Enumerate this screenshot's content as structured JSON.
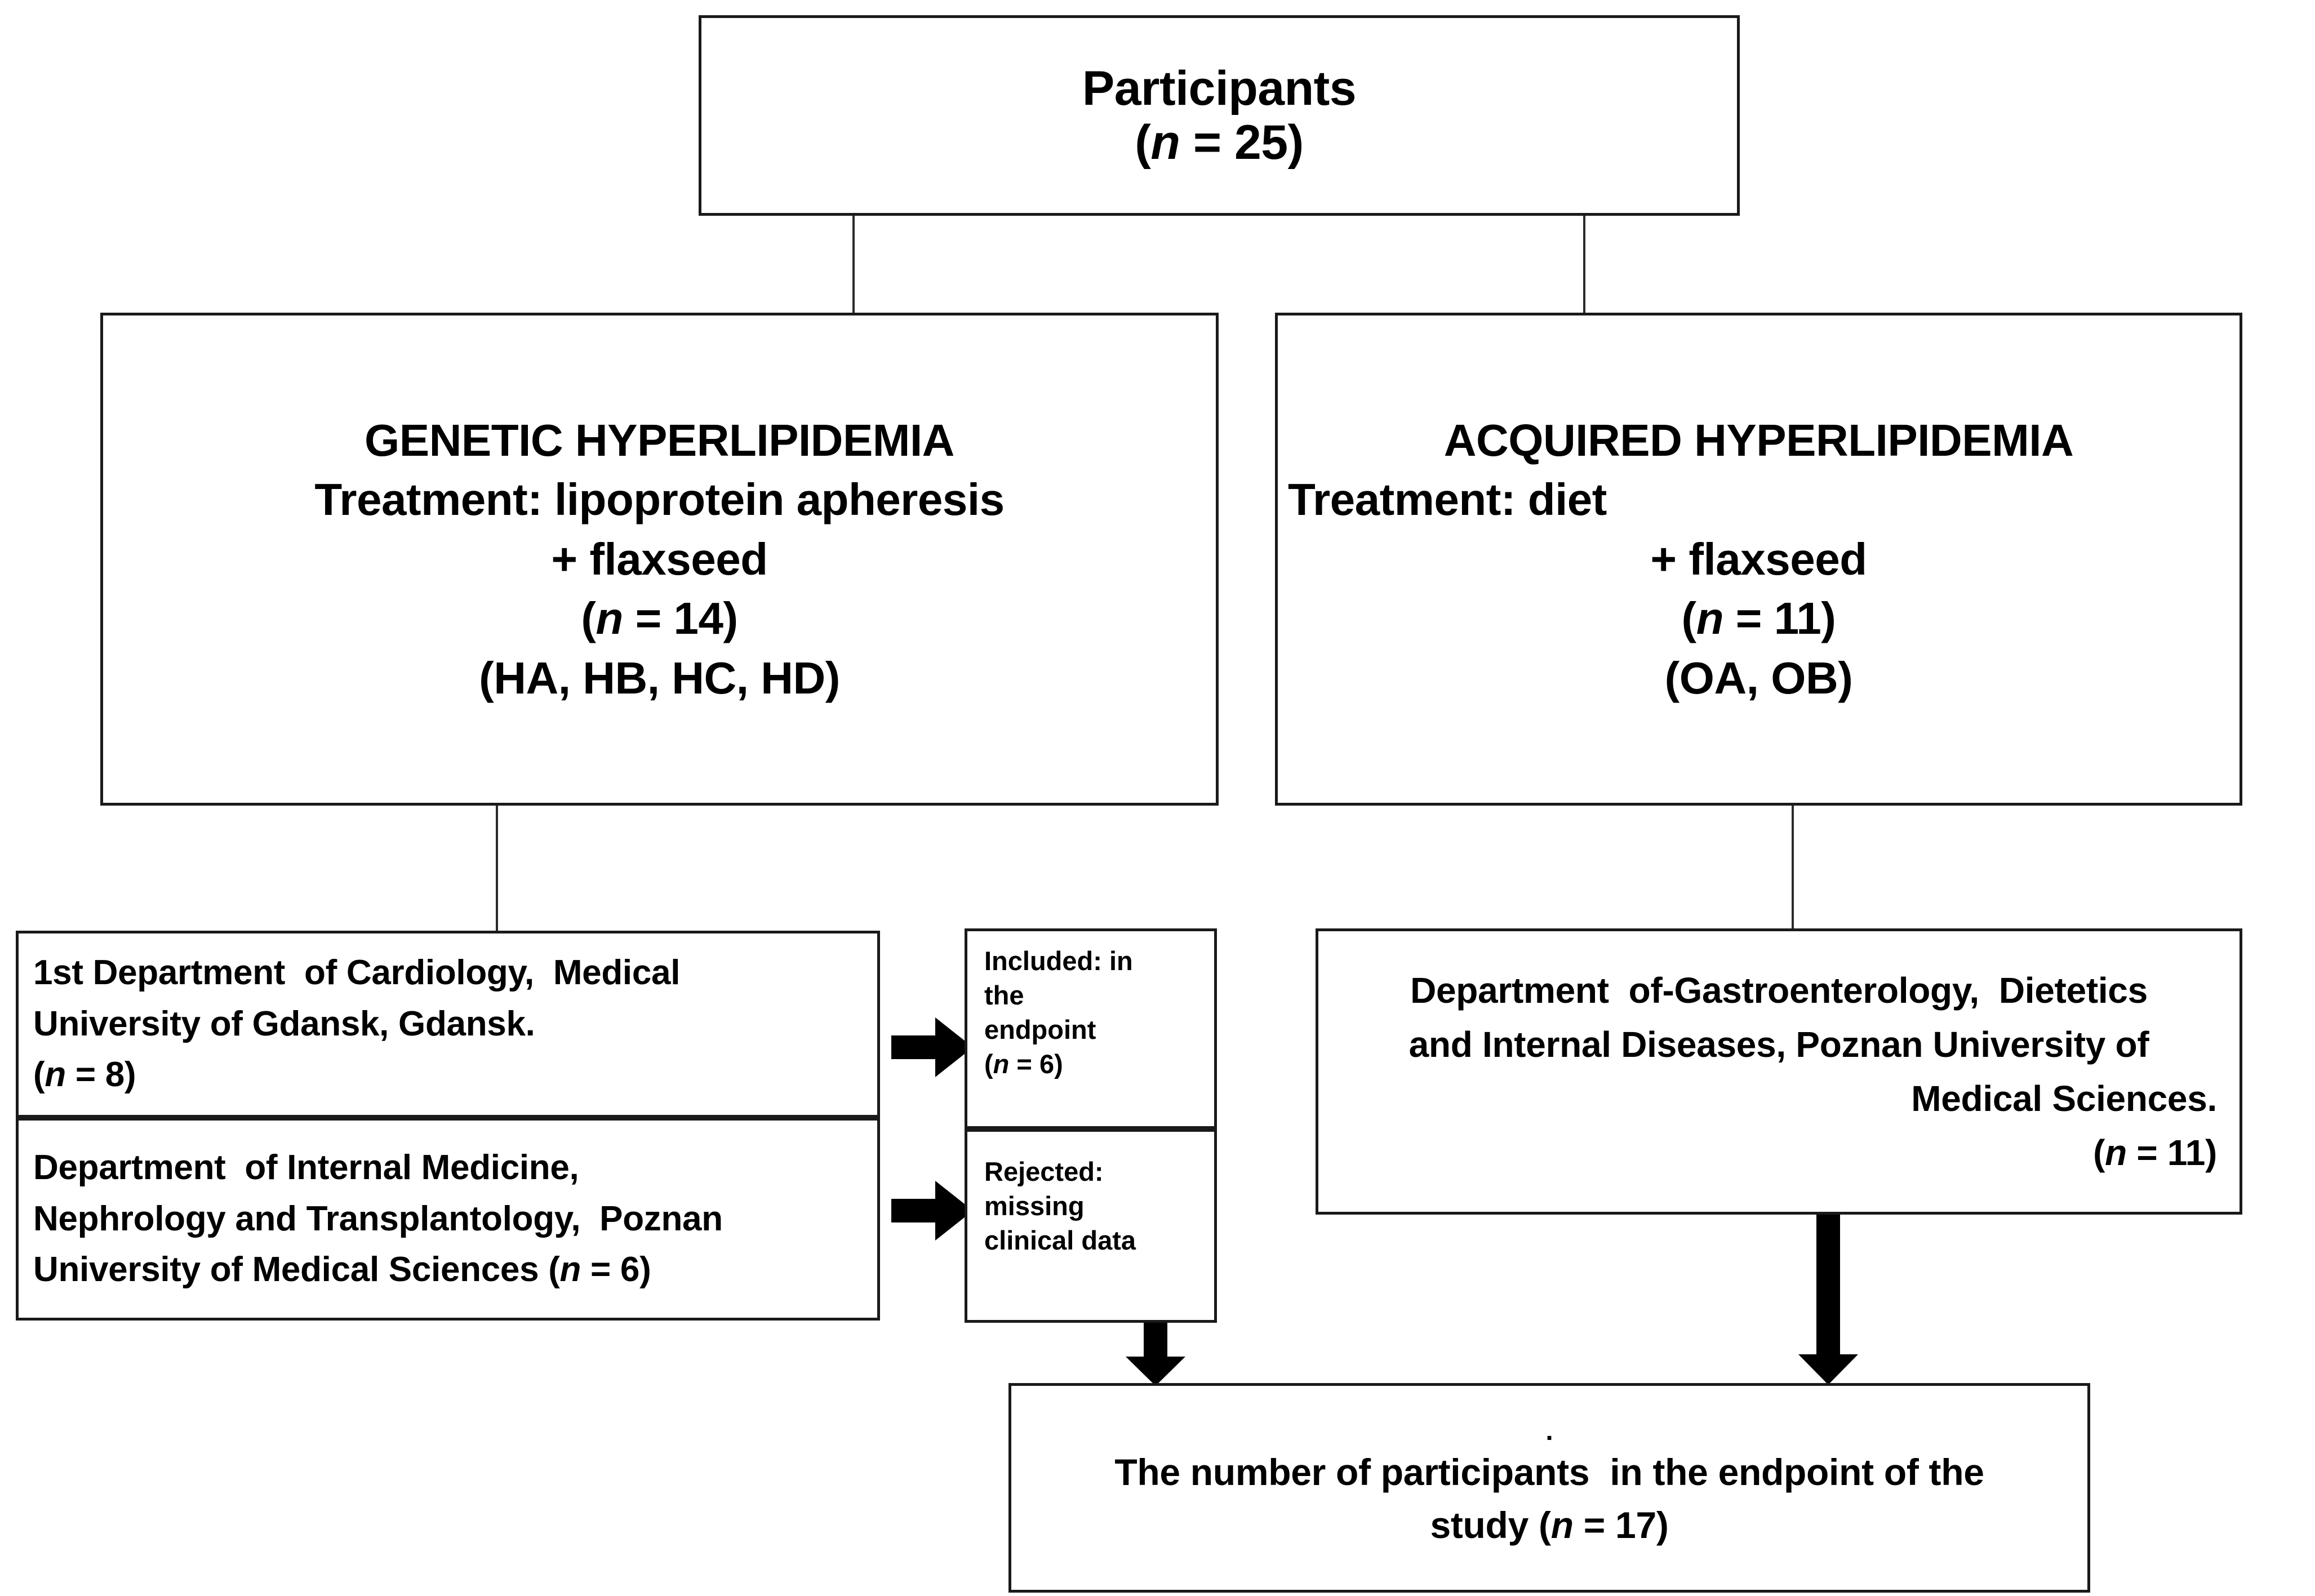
{
  "diagram": {
    "title": "Study participant flow diagram",
    "type": "flowchart"
  },
  "nodes": {
    "participants": {
      "name": "participants-box",
      "lines": [
        "Participants",
        "(n = 25)"
      ],
      "line1": "Participants",
      "n_label_open": "(",
      "n_symbol": "n",
      "n_value": " = 25)"
    },
    "genetic": {
      "name": "genetic-hyperlipidemia-box",
      "heading": "GENETIC HYPERLIPIDEMIA",
      "treatment": "Treatment: lipoprotein apheresis",
      "addition": "+ flaxseed",
      "n_open": "(",
      "n_symbol": "n",
      "n_value": " = 14)",
      "groups": "(HA, HB, HC, HD)"
    },
    "acquired": {
      "name": "acquired-hyperlipidemia-box",
      "heading": "ACQUIRED HYPERLIPIDEMIA",
      "treatment": "Treatment: diet",
      "addition": "+ flaxseed",
      "n_open": "(",
      "n_symbol": "n",
      "n_value": " = 11)",
      "groups": "(OA, OB)"
    },
    "site_gdansk": {
      "name": "site-gdansk-box",
      "line1": "1st Department  of Cardiology,  Medical",
      "line2": "University of Gdansk, Gdansk.",
      "n_open": "(",
      "n_symbol": "n",
      "n_value": " = 8)"
    },
    "site_poznan": {
      "name": "site-poznan-box",
      "line1": "Department  of Internal Medicine,",
      "line2": "Nephrology and Transplantology,  Poznan",
      "line3_pre": "University of Medical Sciences (",
      "n_symbol": "n",
      "line3_post": " = 6)"
    },
    "included": {
      "name": "included-box",
      "line1": "Included: in",
      "line2": "the",
      "line3": "endpoint",
      "n_open": "(",
      "n_symbol": "n",
      "n_value": " = 6)"
    },
    "rejected": {
      "name": "rejected-box",
      "line1": "Rejected:",
      "line2": "missing",
      "line3": "clinical data"
    },
    "site_gastro": {
      "name": "site-gastroenterology-box",
      "line1": "Department  of-Gastroenterology,  Dietetics",
      "line2": "and Internal Diseases, Poznan University of",
      "line3": "Medical Sciences.",
      "n_open": "(",
      "n_symbol": "n",
      "n_value": " = 11)"
    },
    "endpoint": {
      "name": "endpoint-total-box",
      "stray_dot": ".",
      "line1": "The number of participants  in the endpoint of the",
      "line2_pre": "study (",
      "n_symbol": "n",
      "line2_post": " = 17)"
    }
  },
  "edges": [
    {
      "name": "participants-to-genetic",
      "style": "thin-line"
    },
    {
      "name": "participants-to-acquired",
      "style": "thin-line"
    },
    {
      "name": "genetic-to-sites",
      "style": "thin-line"
    },
    {
      "name": "acquired-to-gastro",
      "style": "thin-line"
    },
    {
      "name": "gdansk-to-included",
      "style": "block-arrow-right"
    },
    {
      "name": "poznan-to-rejected",
      "style": "block-arrow-right"
    },
    {
      "name": "rejected-to-endpoint",
      "style": "block-arrow-down"
    },
    {
      "name": "gastro-to-endpoint",
      "style": "block-arrow-down"
    }
  ],
  "colors": {
    "border": "#1a1a1a",
    "text": "#000000",
    "background": "#ffffff",
    "arrow": "#000000",
    "connector": "#2b2b2b"
  }
}
